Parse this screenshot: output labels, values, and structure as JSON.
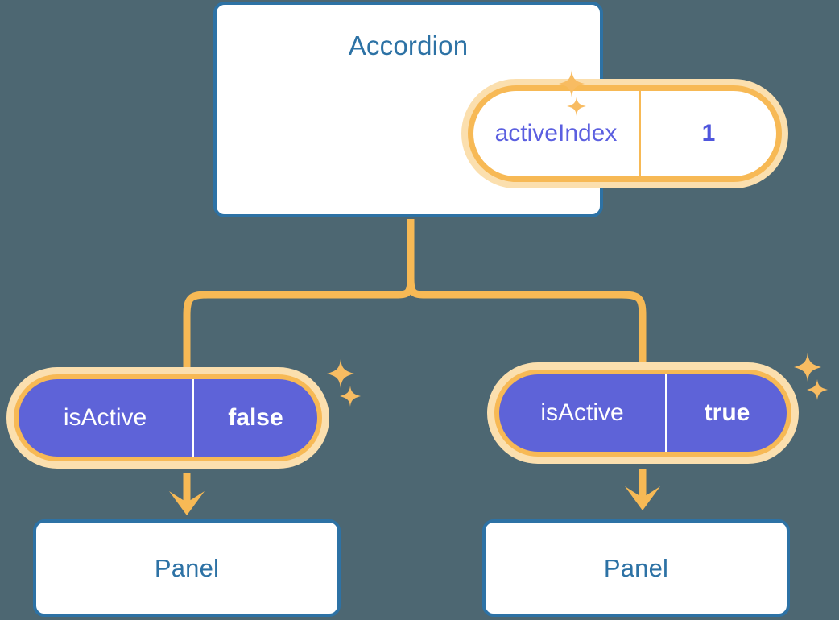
{
  "diagram": {
    "background_color": "#4d6772",
    "accent_blue": "#2d72a5",
    "accent_orange": "#f7b955",
    "accent_orange_glow": "#fbdfae",
    "accent_purple": "#5e63d8",
    "accent_purple_text": "#4f56dd"
  },
  "root": {
    "title": "Accordion",
    "state": {
      "key": "activeIndex",
      "value": "1"
    }
  },
  "children": [
    {
      "state": {
        "key": "isActive",
        "value": "false"
      },
      "title": "Panel"
    },
    {
      "state": {
        "key": "isActive",
        "value": "true"
      },
      "title": "Panel"
    }
  ],
  "icons": {
    "sparkle_large": "sparkle-four-point-large",
    "sparkle_small": "sparkle-four-point-small",
    "arrow_down": "arrow-down-icon"
  }
}
